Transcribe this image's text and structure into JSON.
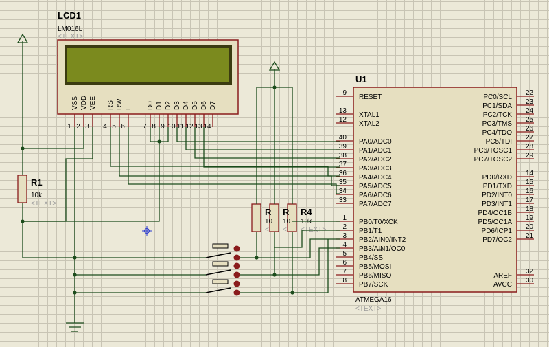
{
  "lcd": {
    "ref": "LCD1",
    "part": "LM016L",
    "text": "<TEXT>",
    "pins": [
      {
        "name": "VSS",
        "num": "1"
      },
      {
        "name": "VDD",
        "num": "2"
      },
      {
        "name": "VEE",
        "num": "3"
      },
      {
        "name": "RS",
        "num": "4"
      },
      {
        "name": "RW",
        "num": "5"
      },
      {
        "name": "E",
        "num": "6"
      },
      {
        "name": "D0",
        "num": "7"
      },
      {
        "name": "D1",
        "num": "8"
      },
      {
        "name": "D2",
        "num": "9"
      },
      {
        "name": "D3",
        "num": "10"
      },
      {
        "name": "D4",
        "num": "11"
      },
      {
        "name": "D5",
        "num": "12"
      },
      {
        "name": "D6",
        "num": "13"
      },
      {
        "name": "D7",
        "num": "14"
      }
    ]
  },
  "r1": {
    "ref": "R1",
    "value": "10k",
    "text": "<TEXT>"
  },
  "r_pullups": {
    "label": "R4",
    "value": "10k",
    "text": "<TEXT>"
  },
  "mcu": {
    "ref": "U1",
    "part": "ATMEGA16",
    "text": "<TEXT>",
    "left": [
      {
        "num": "9",
        "name": "RESET"
      },
      {
        "num": "13",
        "name": "XTAL1"
      },
      {
        "num": "12",
        "name": "XTAL2"
      },
      {
        "num": "40",
        "name": "PA0/ADC0"
      },
      {
        "num": "39",
        "name": "PA1/ADC1"
      },
      {
        "num": "38",
        "name": "PA2/ADC2"
      },
      {
        "num": "37",
        "name": "PA3/ADC3"
      },
      {
        "num": "36",
        "name": "PA4/ADC4"
      },
      {
        "num": "35",
        "name": "PA5/ADC5"
      },
      {
        "num": "34",
        "name": "PA6/ADC6"
      },
      {
        "num": "33",
        "name": "PA7/ADC7"
      },
      {
        "num": "1",
        "name": "PB0/T0/XCK"
      },
      {
        "num": "2",
        "name": "PB1/T1"
      },
      {
        "num": "3",
        "name": "PB2/AIN0/INT2"
      },
      {
        "num": "4",
        "name": "PB3/AIN1/OC0"
      },
      {
        "num": "5",
        "name": "PB4/SS"
      },
      {
        "num": "6",
        "name": "PB5/MOSI"
      },
      {
        "num": "7",
        "name": "PB6/MISO"
      },
      {
        "num": "8",
        "name": "PB7/SCK"
      }
    ],
    "right": [
      {
        "num": "22",
        "name": "PC0/SCL"
      },
      {
        "num": "23",
        "name": "PC1/SDA"
      },
      {
        "num": "24",
        "name": "PC2/TCK"
      },
      {
        "num": "25",
        "name": "PC3/TMS"
      },
      {
        "num": "26",
        "name": "PC4/TDO"
      },
      {
        "num": "27",
        "name": "PC5/TDI"
      },
      {
        "num": "28",
        "name": "PC6/TOSC1"
      },
      {
        "num": "29",
        "name": "PC7/TOSC2"
      },
      {
        "num": "14",
        "name": "PD0/RXD"
      },
      {
        "num": "15",
        "name": "PD1/TXD"
      },
      {
        "num": "16",
        "name": "PD2/INT0"
      },
      {
        "num": "17",
        "name": "PD3/INT1"
      },
      {
        "num": "18",
        "name": "PD4/OC1B"
      },
      {
        "num": "19",
        "name": "PD5/OC1A"
      },
      {
        "num": "20",
        "name": "PD6/ICP1"
      },
      {
        "num": "21",
        "name": "PD7/OC2"
      },
      {
        "num": "32",
        "name": "AREF"
      },
      {
        "num": "30",
        "name": "AVCC"
      }
    ]
  },
  "colors": {
    "wire": "#1b4b1b",
    "pin": "#8a1c1c",
    "body": "#8a1c1c",
    "lcd_glass": "#7b8a1e",
    "component_fill": "#e6dfc0"
  }
}
